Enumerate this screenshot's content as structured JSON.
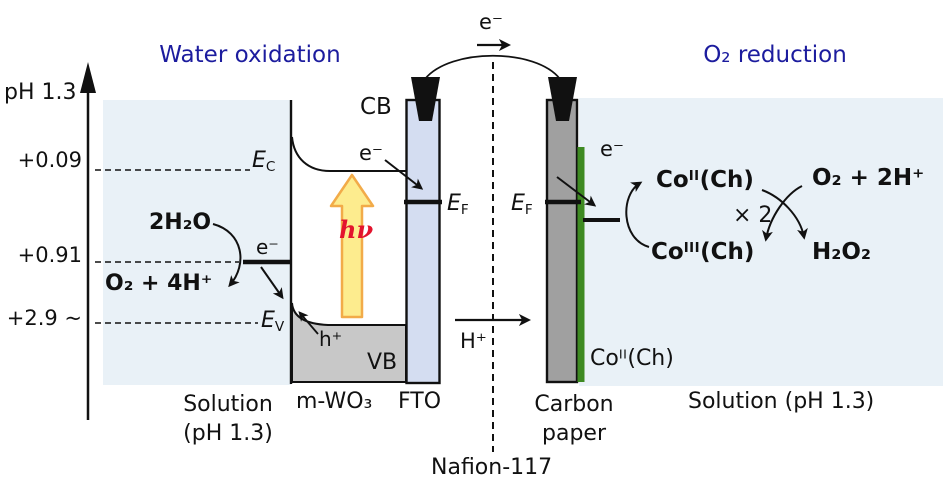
{
  "colors": {
    "title_blue": "#1c1c9e",
    "hv_red": "#e3142d",
    "solution_bg": "#e9f1f7",
    "fto_fill": "#d4ddf1",
    "carbon_fill": "#a0a0a0",
    "vb_fill": "#c8c8c8",
    "catalyst_green": "#3e8a22",
    "light_arrow_fill": "#fdec8e",
    "light_arrow_border": "#f2ab49",
    "ink": "#111111"
  },
  "titles": {
    "left": "Water oxidation",
    "right": "O₂ reduction"
  },
  "axis": {
    "label": "pH 1.3",
    "ticks": [
      "+0.09",
      "+0.91",
      "+2.9 ~"
    ]
  },
  "circuit": {
    "electron": "e⁻"
  },
  "left_cell": {
    "reactant": "2H₂O",
    "electron": "e⁻",
    "product": "O₂ + 4H⁺",
    "cb": "CB",
    "vb": "VB",
    "ec": {
      "base": "E",
      "sub": "C"
    },
    "ev": {
      "base": "E",
      "sub": "V"
    },
    "ef": {
      "base": "E",
      "sub": "F"
    },
    "electron_cb": "e⁻",
    "hole": "h⁺",
    "photon": "hν",
    "solution_line1": "Solution",
    "solution_line2": "(pH 1.3)",
    "semiconductor": "m-WO₃",
    "substrate": "FTO"
  },
  "membrane": {
    "label": "Nafion-117",
    "proton": "H⁺"
  },
  "right_cell": {
    "ef": {
      "base": "E",
      "sub": "F"
    },
    "electron": "e⁻",
    "electrode_line1": "Carbon",
    "electrode_line2": "paper",
    "catalyst": {
      "pre": "Co",
      "sup": "II",
      "post": "(Ch)"
    },
    "cycle_reduced": {
      "pre": "Co",
      "sup": "II",
      "post": "(Ch)"
    },
    "cycle_oxidized": {
      "pre": "Co",
      "sup": "III",
      "post": "(Ch)"
    },
    "multiplier": "× 2",
    "oxidant": "O₂ + 2H⁺",
    "product": "H₂O₂",
    "solution": "Solution (pH 1.3)"
  }
}
